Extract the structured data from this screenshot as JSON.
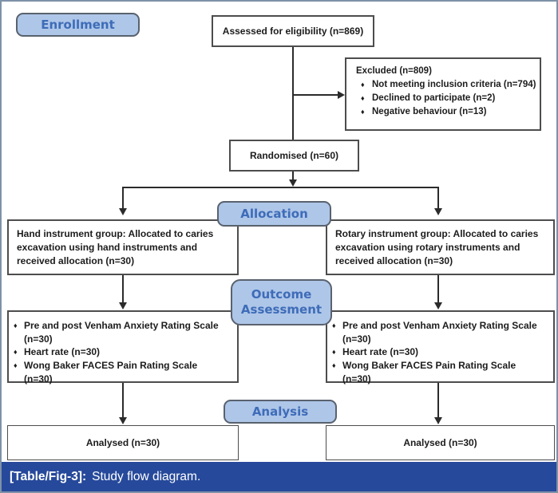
{
  "glyphs": {
    "bullet": "♦"
  },
  "colors": {
    "badge_fill": "#aec6e8",
    "badge_text": "#3e6cb8",
    "badge_border": "#59626e",
    "box_border": "#4d4d4d",
    "connector": "#2b2b2b",
    "frame_border": "#7e92a8",
    "caption_bg": "#26499b",
    "caption_text": "#ffffff"
  },
  "badges": {
    "enrollment": "Enrollment",
    "allocation": "Allocation",
    "outcome_assessment": "Outcome Assessment",
    "analysis": "Analysis"
  },
  "boxes": {
    "assessed": {
      "label": "Assessed for eligibility (n=869)"
    },
    "excluded": {
      "title": "Excluded (n=809)",
      "items": [
        "Not meeting inclusion criteria (n=794)",
        "Declined to participate (n=2)",
        "Negative behaviour (n=13)"
      ]
    },
    "randomised": {
      "label": "Randomised (n=60)"
    },
    "allocation_left": {
      "label": "Hand instrument group: Allocated to caries excavation using hand instruments and received allocation (n=30)"
    },
    "allocation_right": {
      "label": "Rotary instrument group: Allocated to caries excavation using rotary instruments and received allocation (n=30)"
    },
    "outcome_left": {
      "items": [
        {
          "line1": "Pre and post Venham Anxiety Rating Scale",
          "line2": "(n=30)"
        },
        {
          "line1": "Heart rate (n=30)"
        },
        {
          "line1": "Wong Baker FACES Pain Rating Scale",
          "line2": "(n=30)"
        }
      ]
    },
    "outcome_right": {
      "items": [
        {
          "line1": "Pre and post Venham Anxiety Rating Scale",
          "line2": "(n=30)"
        },
        {
          "line1": "Heart rate (n=30)"
        },
        {
          "line1": "Wong Baker FACES Pain Rating Scale",
          "line2": "(n=30)"
        }
      ]
    },
    "analysed_left": {
      "label": "Analysed (n=30)"
    },
    "analysed_right": {
      "label": "Analysed (n=30)"
    }
  },
  "caption": {
    "label": "[Table/Fig-3]:",
    "text": "Study flow diagram."
  }
}
